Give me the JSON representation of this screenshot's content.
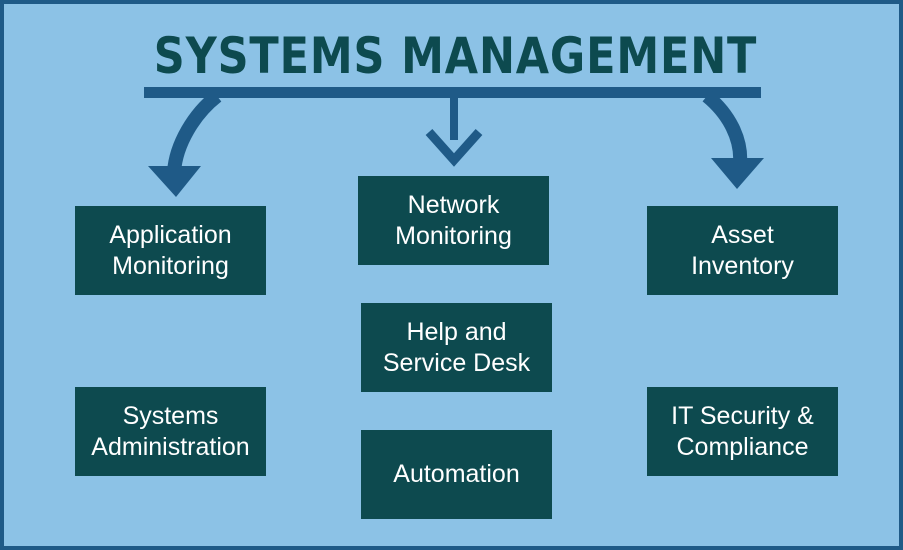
{
  "title": "SYSTEMS MANAGEMENT",
  "colors": {
    "background": "#8cc2e6",
    "border": "#1f5a87",
    "box": "#0d4a4f",
    "box_text": "#ffffff",
    "title": "#0d4a4f",
    "connector": "#1f5a87"
  },
  "boxes": {
    "application_monitoring": "Application\nMonitoring",
    "network_monitoring": "Network\nMonitoring",
    "asset_inventory": "Asset\nInventory",
    "help_service_desk": "Help and\nService Desk",
    "systems_administration": "Systems\nAdministration",
    "it_security_compliance": "IT Security &\nCompliance",
    "automation": "Automation"
  }
}
